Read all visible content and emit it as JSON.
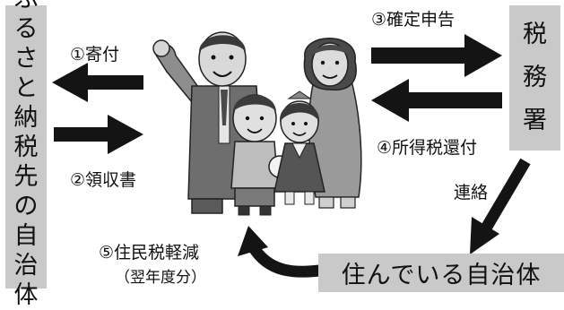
{
  "boxes": {
    "furusato": [
      "ふ",
      "る",
      "さ",
      "と",
      "納",
      "税",
      "先",
      "の",
      "自",
      "治",
      "体"
    ],
    "zeimusho": [
      "税",
      "務",
      "署"
    ],
    "jichitai": "住んでいる自治体"
  },
  "labels": {
    "kifu": "①寄付",
    "ryoshusho": "②領収書",
    "kakutei": "③確定申告",
    "kanpu": "④所得税還付",
    "renraku": "連絡",
    "keigen": "⑤住民税軽減",
    "keigen_sub": "（翌年度分）"
  },
  "illustration": "family-illustration",
  "colors": {
    "box_fill": "#c9c9c9",
    "arrow": "#141414"
  }
}
